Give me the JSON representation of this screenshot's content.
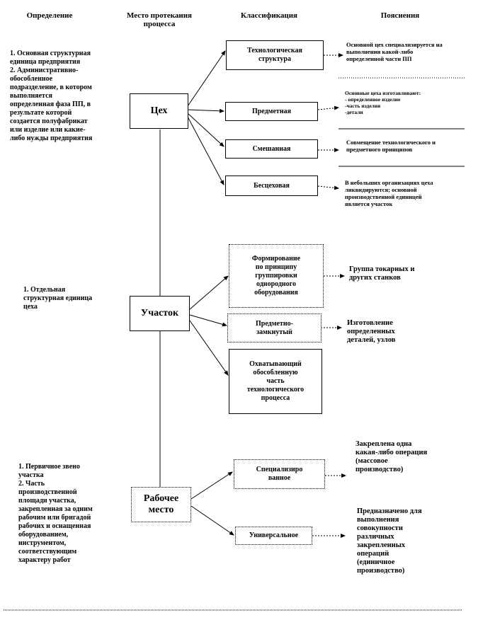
{
  "headers": {
    "definition": "Определение",
    "place": "Место протекания процесса",
    "classification": "Классификация",
    "explanations": "Пояснения"
  },
  "sections": [
    {
      "definition": [
        "1. Основная структурная",
        "единица предприятия",
        "2. Административно-",
        "обособленное",
        "подразделение, в котором",
        "выполняется",
        "определенная фаза ПП, в",
        "результате которой",
        "создается полуфабрикат",
        "или изделие или какие-",
        "либо нужды предприятия"
      ],
      "place": "Цех",
      "classes": [
        {
          "label": [
            "Технологическая",
            "структура"
          ],
          "explanation": [
            "Основной цех специализируется на",
            "выполнении какой-либо",
            "определенной части ПП"
          ]
        },
        {
          "label": [
            "Предметная"
          ],
          "explanation": [
            "Основные цеха изготавливают:",
            "- определенное изделие",
            "-часть изделия",
            "-детали"
          ]
        },
        {
          "label": [
            "Смешанная"
          ],
          "explanation": [
            "Совмещение технологического и",
            "предметного принципов"
          ]
        },
        {
          "label": [
            "Бесцеховая"
          ],
          "explanation": [
            "В небольших организациях цеха",
            "ликвидируются; основной",
            "производственной единицей",
            "является участок"
          ]
        }
      ]
    },
    {
      "definition": [
        "1. Отдельная",
        "структурная единица",
        "цеха"
      ],
      "place": "Участок",
      "classes": [
        {
          "label": [
            "Формирование",
            "по принципу",
            "группировки",
            "однородного",
            "оборудования"
          ],
          "explanation": [
            "Группа токарных и",
            "других станков"
          ]
        },
        {
          "label": [
            "Предметно-",
            "замкнутый"
          ],
          "explanation": [
            "Изготовление",
            "определенных",
            "деталей, узлов"
          ]
        },
        {
          "label": [
            "Охватывающий",
            "обособленную",
            "часть",
            "технологического",
            "процесса"
          ],
          "explanation": []
        }
      ]
    },
    {
      "definition": [
        "1. Первичное звено",
        "участка",
        "2. Часть",
        "производственной",
        "площади участка,",
        "закрепленная за одним",
        "рабочим или бригадой",
        "рабочих и оснащенная",
        "оборудованием,",
        "инструментом,",
        "соответствующим",
        "характеру работ"
      ],
      "place": "Рабочее место",
      "classes": [
        {
          "label": [
            "Специализиро",
            "ванное"
          ],
          "explanation": [
            "Закреплена одна",
            "какая-либо операция",
            "(массовое",
            "производство)"
          ]
        },
        {
          "label": [
            "Универсальное"
          ],
          "explanation": [
            "Предназначено для",
            "выполнения",
            "совокупности",
            "различных",
            "закрепленных",
            "операций",
            "(единичное",
            "производство)"
          ]
        }
      ]
    }
  ]
}
